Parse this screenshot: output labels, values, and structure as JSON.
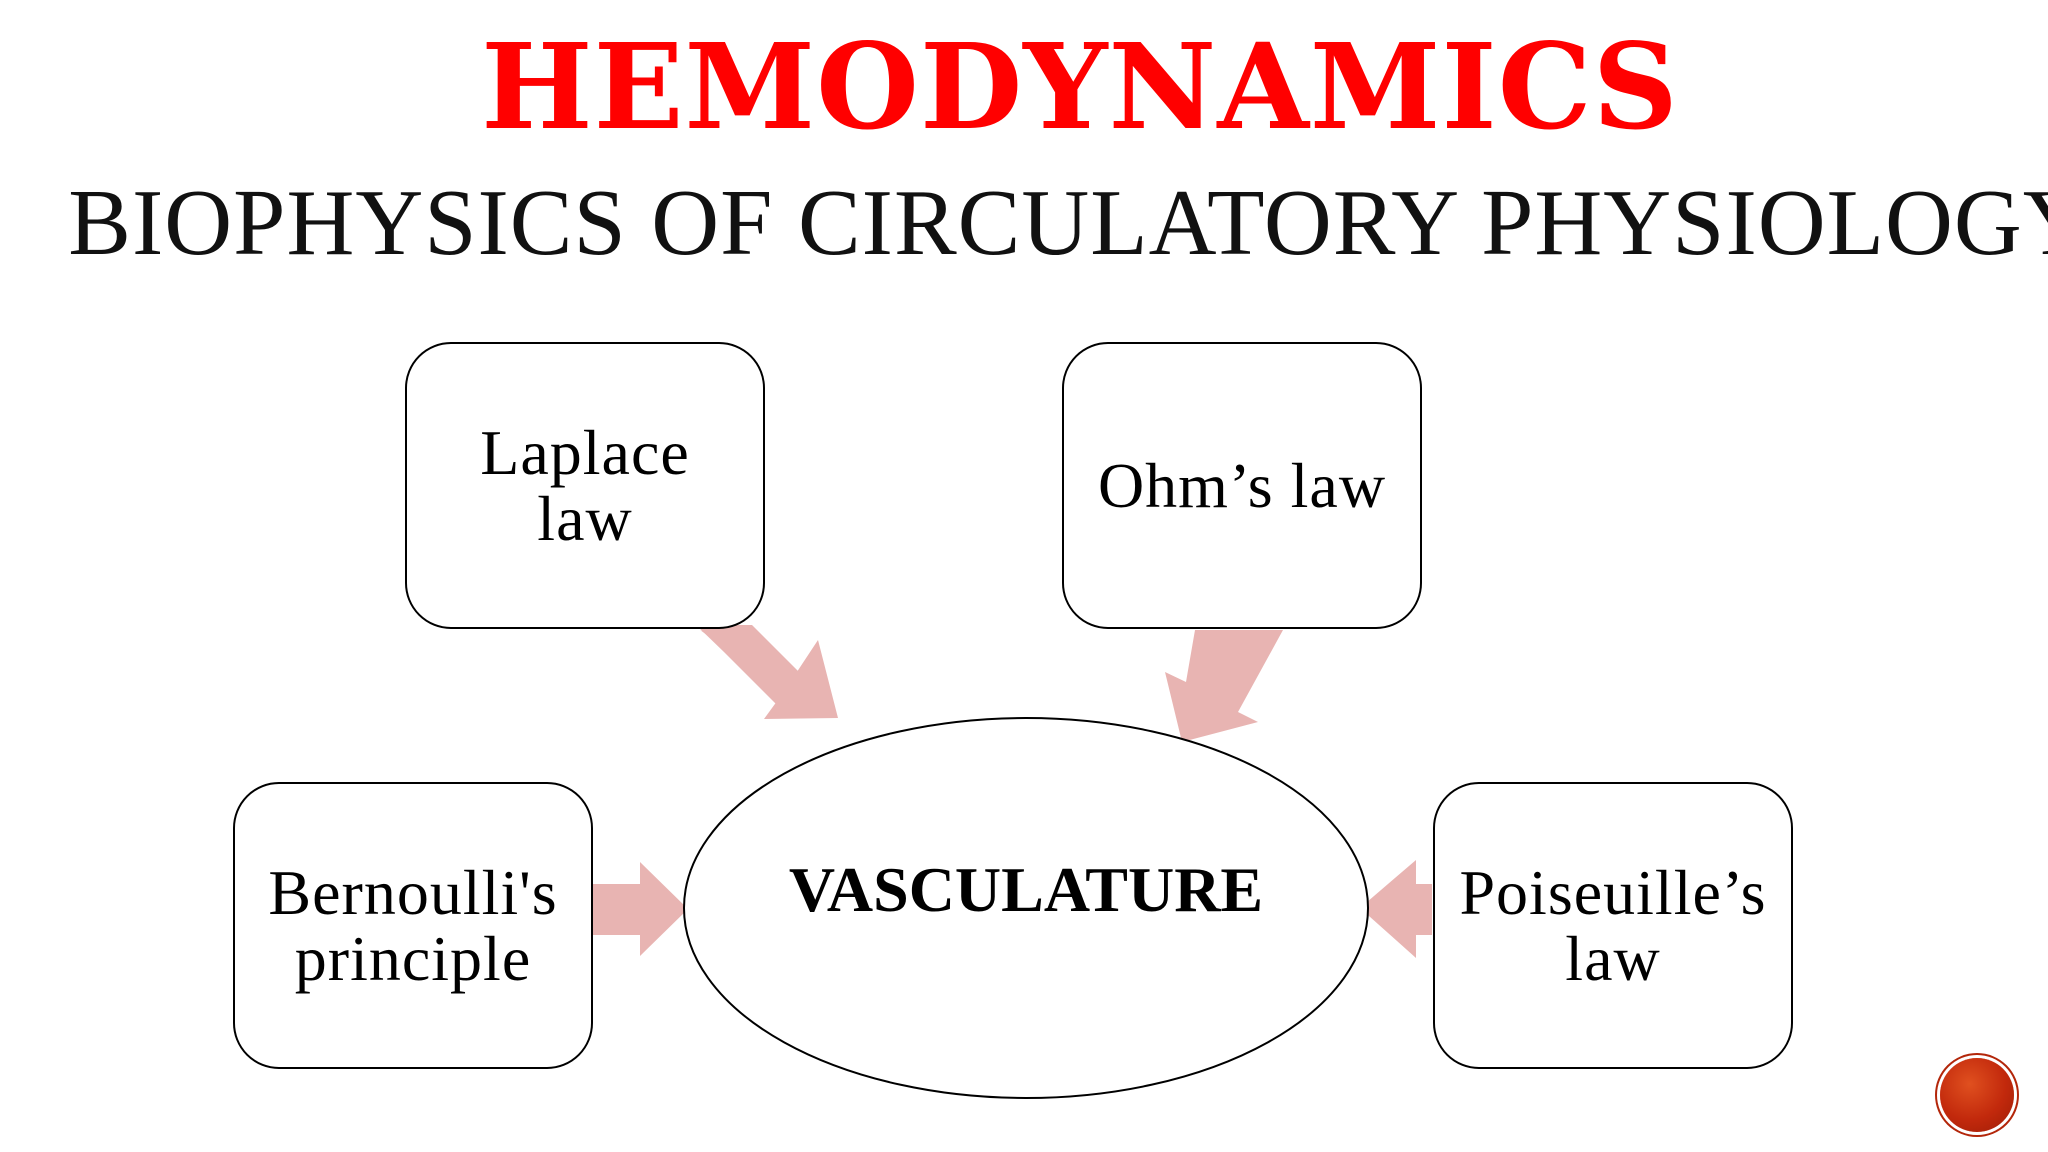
{
  "title": "HEMODYNAMICS",
  "subtitle": "BIOPHYSICS OF CIRCULATORY PHYSIOLOGY",
  "center": "VASCULATURE",
  "boxes": {
    "laplace": "Laplace law",
    "ohm": "Ohm’s law",
    "bernoulli": "Bernoulli's principle",
    "poiseuille": "Poiseuille’s law"
  },
  "colors": {
    "title": "#ff0000",
    "arrow": "#e8b4b2",
    "logo": "#c2290c"
  },
  "icons": {
    "logo": "red-circle-logo-icon"
  }
}
